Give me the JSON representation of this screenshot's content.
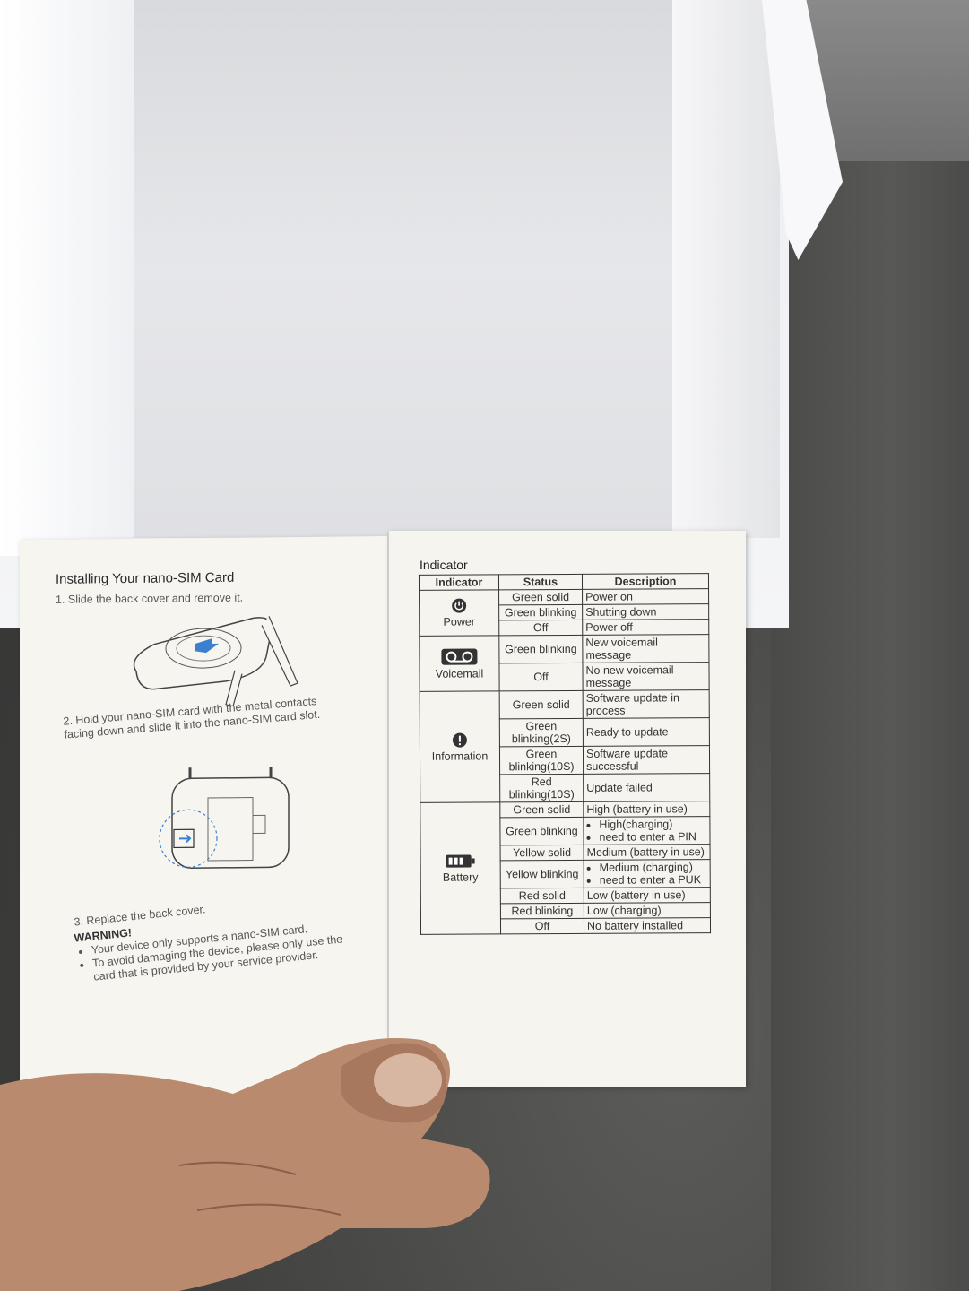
{
  "left_page": {
    "title": "Installing Your nano-SIM Card",
    "step1": "1.   Slide the back cover and remove it.",
    "step2": "2.  Hold your nano-SIM card with the metal contacts facing down and slide it into the nano-SIM card slot.",
    "step3": "3.   Replace the back cover.",
    "warning_title": "WARNING!",
    "warning_items": [
      "Your device only supports a nano-SIM card.",
      "To avoid damaging the device, please only use the card that is provided by your service provider."
    ]
  },
  "right_page": {
    "title": "Indicator",
    "headers": {
      "indicator": "Indicator",
      "status": "Status",
      "description": "Description"
    },
    "groups": {
      "power": {
        "label": "Power",
        "icon": "power-icon",
        "rows": [
          {
            "status": "Green solid",
            "description": "Power on"
          },
          {
            "status": "Green blinking",
            "description": "Shutting down"
          },
          {
            "status": "Off",
            "description": "Power off"
          }
        ]
      },
      "voicemail": {
        "label": "Voicemail",
        "icon": "voicemail-icon",
        "rows": [
          {
            "status": "Green blinking",
            "description": "New voicemail message"
          },
          {
            "status": "Off",
            "description": "No new voicemail message"
          }
        ]
      },
      "information": {
        "label": "Information",
        "icon": "information-icon",
        "rows": [
          {
            "status": "Green solid",
            "description": "Software update in process"
          },
          {
            "status": "Green blinking(2S)",
            "description": "Ready to update"
          },
          {
            "status": "Green blinking(10S)",
            "description": "Software update successful"
          },
          {
            "status": "Red blinking(10S)",
            "description": "Update failed"
          }
        ]
      },
      "battery": {
        "label": "Battery",
        "icon": "battery-icon",
        "rows": [
          {
            "status": "Green solid",
            "description": "High (battery in use)"
          },
          {
            "status": "Green blinking",
            "description_items": [
              "High(charging)",
              "need to enter a PIN"
            ]
          },
          {
            "status": "Yellow solid",
            "description": "Medium (battery in use)"
          },
          {
            "status": "Yellow blinking",
            "description_items": [
              "Medium (charging)",
              "need to enter a PUK"
            ]
          },
          {
            "status": "Red solid",
            "description": "Low (battery in use)"
          },
          {
            "status": "Red blinking",
            "description": "Low (charging)"
          },
          {
            "status": "Off",
            "description": "No battery installed"
          }
        ]
      }
    }
  },
  "colors": {
    "paper": "#f5f4ef",
    "ink": "#333333",
    "accent_blue": "#3b7fd0",
    "skin": "#b98a6e"
  }
}
